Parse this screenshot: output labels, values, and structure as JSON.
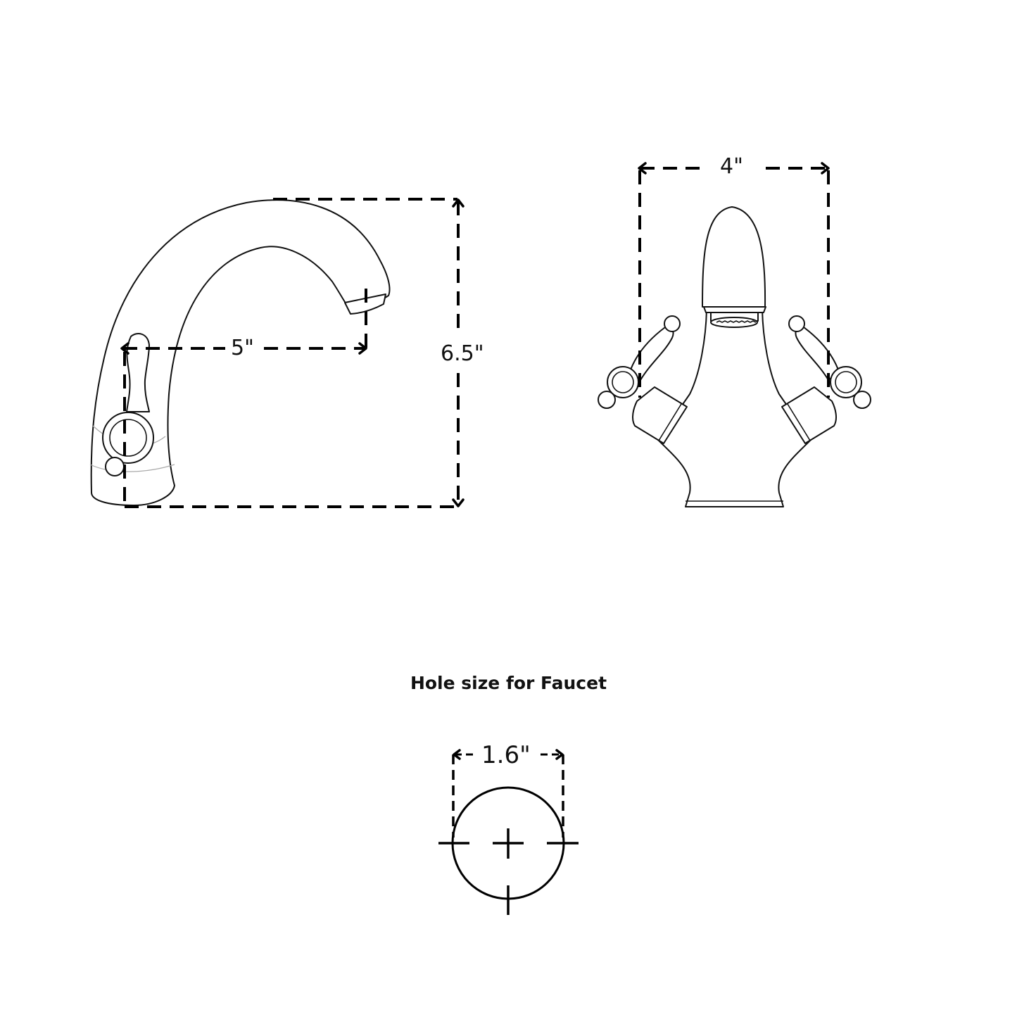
{
  "side_view": {
    "reach_label": "5\"",
    "height_label": "6.5\""
  },
  "front_view": {
    "width_label": "4\""
  },
  "hole_section": {
    "title": "Hole size for Faucet",
    "diameter_label": "1.6\""
  },
  "colors": {
    "line": "#111111",
    "background": "#ffffff",
    "faint_line": "#aaaaaa"
  }
}
